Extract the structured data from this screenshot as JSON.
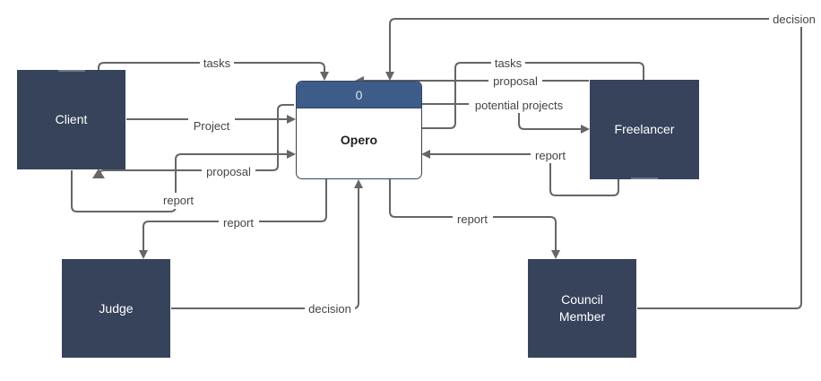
{
  "entities": {
    "client": "Client",
    "freelancer": "Freelancer",
    "judge": "Judge",
    "council_member": "Council\nMember"
  },
  "process": {
    "number": "0",
    "name": "Opero"
  },
  "flows": {
    "client_tasks": "tasks",
    "client_project": "Project",
    "client_proposal": "proposal",
    "client_report": "report",
    "judge_report": "report",
    "judge_decision": "decision",
    "freelancer_tasks": "tasks",
    "freelancer_proposal": "proposal",
    "freelancer_potential_projects": "potential projects",
    "freelancer_report": "report",
    "council_report": "report",
    "council_decision": "decision"
  },
  "colors": {
    "entity_fill": "#36435a",
    "process_header": "#3d5c8a",
    "line": "#666666"
  }
}
